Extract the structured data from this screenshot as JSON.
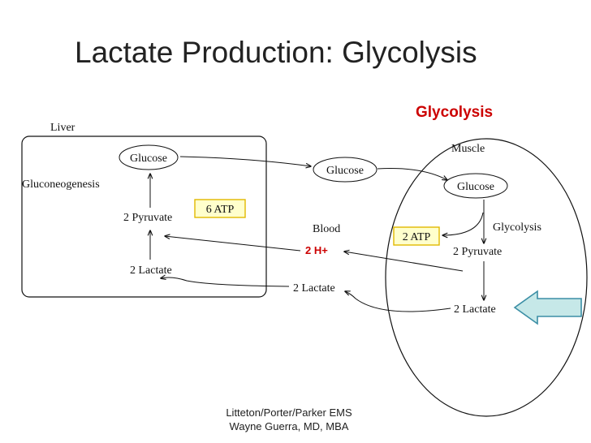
{
  "slide": {
    "title": "Lactate Production: Glycolysis",
    "footer_line1": "Litteton/Porter/Parker EMS",
    "footer_line2": "Wayne Guerra, MD, MBA"
  },
  "diagram": {
    "glycolysis_heading": "Glycolysis",
    "liver": {
      "title": "Liver",
      "glucose": "Glucose",
      "gluconeogenesis": "Gluconeogenesis",
      "atp": "6 ATP",
      "pyruvate": "2 Pyruvate",
      "lactate": "2 Lactate"
    },
    "blood": {
      "glucose": "Glucose",
      "label": "Blood",
      "h_plus": "2 H+",
      "lactate": "2 Lactate"
    },
    "muscle": {
      "title": "Muscle",
      "glucose": "Glucose",
      "glycolysis": "Glycolysis",
      "atp": "2 ATP",
      "pyruvate": "2 Pyruvate",
      "lactate": "2 Lactate"
    },
    "colors": {
      "red": "#cc0000",
      "atp_fill": "#ffffcc",
      "atp_border": "#e0b800",
      "arrow_fill": "#c6e8e8",
      "arrow_stroke": "#3b8ea5"
    }
  }
}
